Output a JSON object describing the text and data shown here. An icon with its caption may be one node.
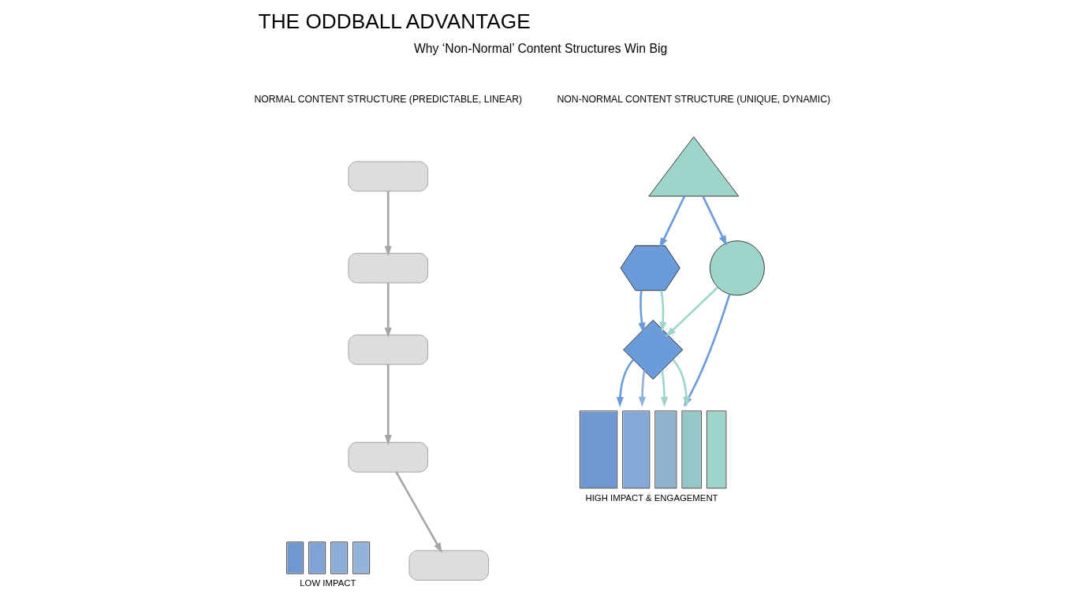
{
  "diagram": {
    "title": "THE ODDBALL ADVANTAGE",
    "nodes": [
      {
        "text": [],
        "shape": "box"
      },
      {
        "text": [],
        "shape": "box"
      },
      {
        "text": [],
        "shape": "box"
      },
      {
        "text": [],
        "shape": "box"
      },
      {
        "text": [],
        "shape": "box"
      },
      {
        "text": [],
        "shape": "triangle"
      },
      {
        "text": [],
        "shape": "hexagon"
      },
      {
        "text": [],
        "shape": "circle"
      },
      {
        "text": [],
        "shape": "diamond"
      },
      {
        "text": [
          "HIGH IMPACT & ENGAGEMENT"
        ]
      }
    ],
    "edges": [
      {
        "from": 0,
        "to": 1,
        "arrow": "to",
        "color": "#a6a6a6"
      },
      {
        "from": 1,
        "to": 2,
        "arrow": "to",
        "color": "#a6a6a6"
      },
      {
        "from": 2,
        "to": 3,
        "arrow": "to",
        "color": "#a6a6a6"
      },
      {
        "from": 3,
        "to": 4,
        "arrow": "to",
        "color": "#a6a6a6"
      },
      {
        "from": 5,
        "to": 6,
        "arrow": "to"
      },
      {
        "from": 5,
        "to": 7,
        "arrow": "to"
      },
      {
        "from": 6,
        "to": 8,
        "arrow": "to"
      },
      {
        "from": 6,
        "to": 8,
        "arrow": "to",
        "color": "#9dd5cb"
      },
      {
        "from": 7,
        "to": 8,
        "arrow": "to",
        "color": "#9dd5cb"
      },
      {
        "from": 7,
        "to": 9,
        "arrow": "to"
      },
      {
        "from": 8,
        "to": 9,
        "arrow": "to"
      },
      {
        "from": 8,
        "to": 9,
        "arrow": "to",
        "color": "#8fb0dc"
      },
      {
        "from": 8,
        "to": 9,
        "arrow": "to",
        "color": "#9dd5cb"
      },
      {
        "from": 8,
        "to": 9,
        "arrow": "to",
        "color": "#9dd5cb"
      }
    ],
    "labels": [
      "Why ‘Non-Normal’ Content Structures Win Big",
      "NORMAL CONTENT STRUCTURE (PREDICTABLE, LINEAR)",
      "NON-NORMAL CONTENT STRUCTURE (UNIQUE, DYNAMIC)",
      "LOW IMPACT"
    ]
  }
}
